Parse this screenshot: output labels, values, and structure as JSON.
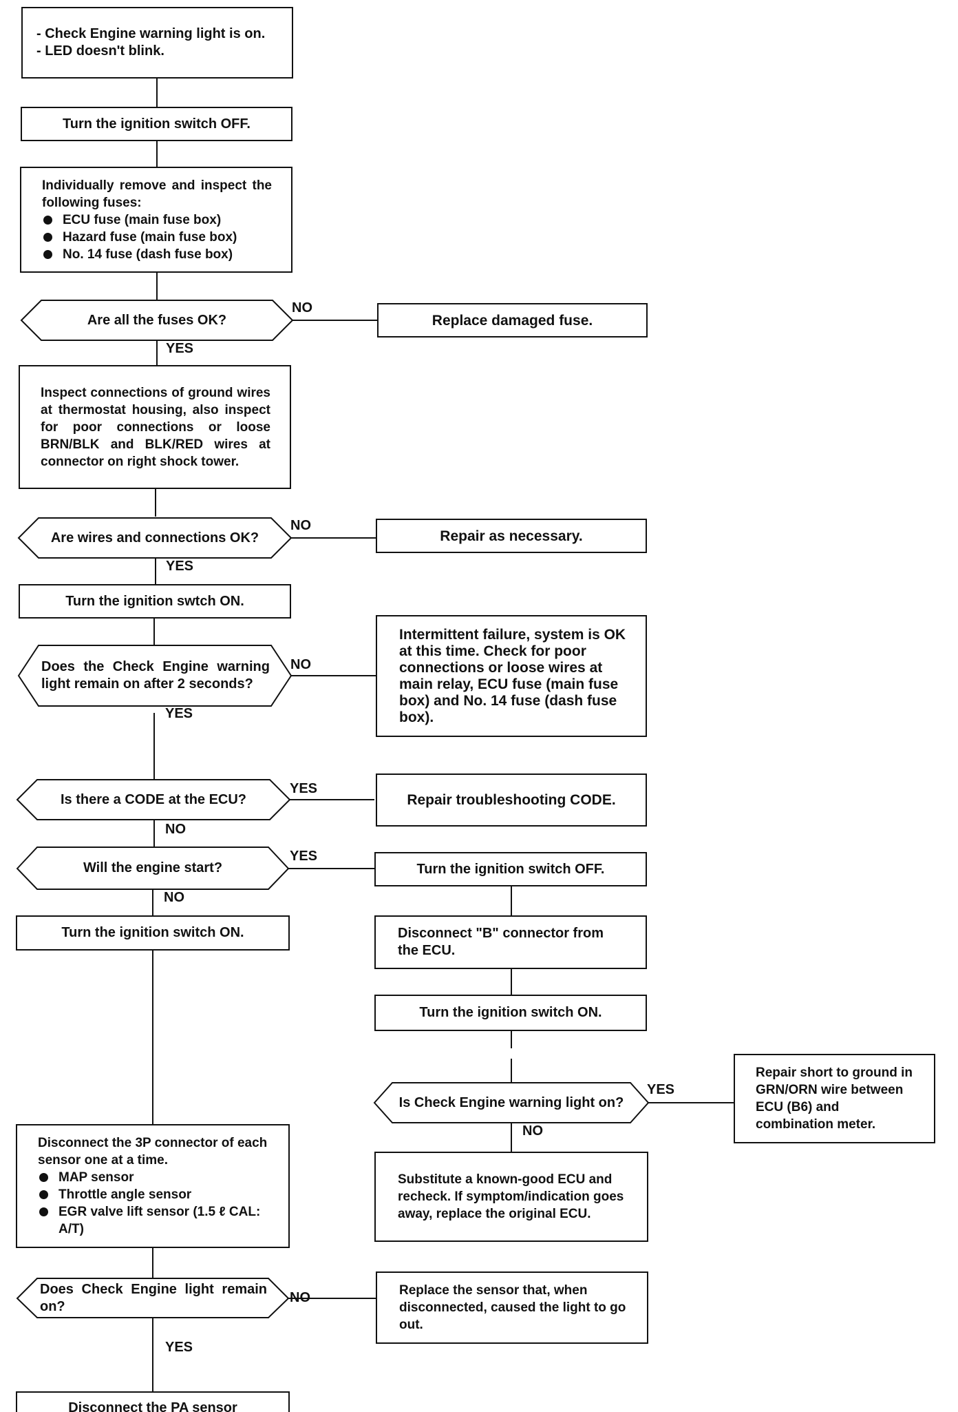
{
  "start": {
    "lines": [
      "- Check Engine warning light is on.",
      "- LED doesn't blink."
    ]
  },
  "step_ign_off_1": "Turn the ignition switch OFF.",
  "step_fuses": {
    "intro": "Individually remove and inspect the following fuses:",
    "items": [
      "ECU fuse (main fuse box)",
      "Hazard fuse (main fuse box)",
      "No. 14 fuse (dash fuse box)"
    ]
  },
  "q_fuses": "Are all the fuses OK?",
  "a_fuses_no": "Replace damaged fuse.",
  "step_ground": "Inspect connections of ground wires at thermostat housing, also inspect for poor connections or loose BRN/BLK and BLK/RED wires at connector on right shock tower.",
  "q_wires": "Are wires and connections OK?",
  "a_wires_no": "Repair as necessary.",
  "step_ign_on_1": "Turn the ignition swtch ON.",
  "q_remain": "Does the Check Engine warning light remain on after 2 seconds?",
  "a_remain_no": "Intermittent failure, system is OK at this time.  Check for poor connections or loose wires at main relay, ECU fuse (main fuse box) and No. 14 fuse (dash fuse box).",
  "q_code": "Is there a CODE at the ECU?",
  "a_code_yes": "Repair troubleshooting CODE.",
  "q_start": "Will the engine start?",
  "step_ign_off_2": "Turn the ignition switch OFF.",
  "step_disconnect_b": "Disconnect \"B\"  connector from the ECU.",
  "step_ign_on_2": "Turn the ignition switch ON.",
  "step_ign_on_3": "Turn the ignition switch ON.",
  "q_check_on": "Is Check Engine warning light on?",
  "a_check_on_yes": "Repair short to ground in GRN/ORN wire between ECU (B6) and combination meter.",
  "a_check_on_no": "Substitute a known-good ECU and recheck. If symptom/indication goes away, replace the original ECU.",
  "step_3p": {
    "intro": "Disconnect the 3P connector of each sensor one at a time.",
    "items": [
      "MAP sensor",
      "Throttle angle sensor",
      "EGR valve lift sensor (1.5 ℓ CAL: A/T)"
    ]
  },
  "q_remain2": "Does Check Engine light remain on?",
  "a_remain2_no": "Replace the sensor that, when disconnected, caused the light to go out.",
  "step_pa": "Disconnect the PA sensor",
  "labels": {
    "yes": "YES",
    "no": "NO"
  }
}
